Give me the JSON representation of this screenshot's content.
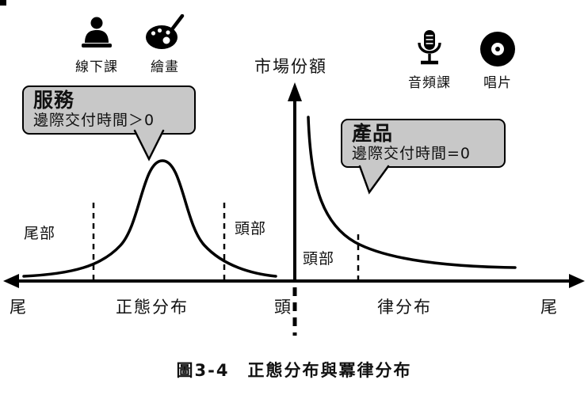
{
  "header_icons": {
    "left": [
      {
        "name": "offline-class",
        "label": "線下課"
      },
      {
        "name": "painting",
        "label": "繪畫"
      }
    ],
    "right": [
      {
        "name": "audio-class",
        "label": "音頻課"
      },
      {
        "name": "record",
        "label": "唱片"
      }
    ]
  },
  "axis": {
    "y_label": "市場份額"
  },
  "callouts": {
    "service": {
      "title": "服務",
      "detail": "邊際交付時間＞0"
    },
    "product": {
      "title": "產品",
      "detail": "邊際交付時間=0"
    }
  },
  "curve_labels": {
    "normal_tail": "尾部",
    "normal_head": "頭部",
    "power_head": "頭部"
  },
  "x_axis_labels": {
    "far_left": "尾",
    "normal_dist": "正態分布",
    "head": "頭",
    "power_dist": "律分布",
    "far_right": "尾"
  },
  "caption": "圖3-4　正態分布與冪律分布",
  "colors": {
    "ink": "#000000",
    "callout_bg": "#c8c8c8"
  }
}
